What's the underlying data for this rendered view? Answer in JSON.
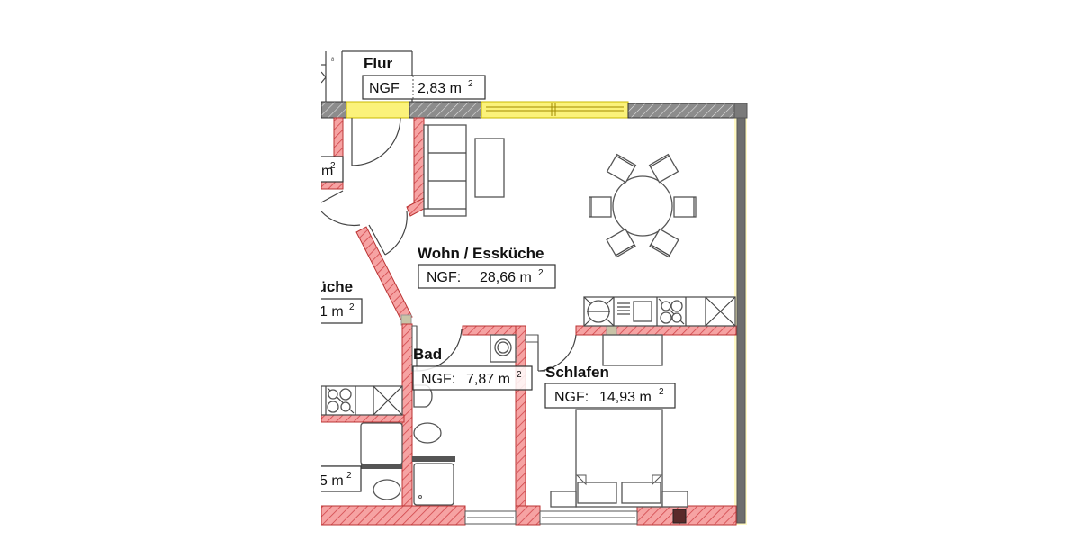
{
  "plan": {
    "title": "Floor plan excerpt",
    "rooms": [
      {
        "name": "Flur",
        "ngf_label": "NGF",
        "ngf_value": "2,83 m",
        "unit_sup": "2"
      },
      {
        "name": "Wohn / Essküche",
        "ngf_label": "NGF:",
        "ngf_value": "28,66 m",
        "unit_sup": "2"
      },
      {
        "name": "Bad",
        "ngf_label": "NGF:",
        "ngf_value": "7,87 m",
        "unit_sup": "2"
      },
      {
        "name": "Schlafen",
        "ngf_label": "NGF:",
        "ngf_value": "14,93 m",
        "unit_sup": "2"
      },
      {
        "name": "küche",
        "ngf_label": "",
        "ngf_value": "1 m",
        "unit_sup": "2"
      },
      {
        "name": "",
        "ngf_label": "",
        "ngf_value": "m",
        "unit_sup": "2"
      },
      {
        "name": "",
        "ngf_label": "",
        "ngf_value": "5 m",
        "unit_sup": "2"
      }
    ],
    "colors": {
      "interior_wall": "#f4a0a0",
      "interior_wall_stroke": "#c0392b",
      "exterior_wall": "#8a8a8a",
      "window_glass": "#fbf27a",
      "facade": "#6e6e6e",
      "chimney": "#5a2a2a"
    }
  }
}
